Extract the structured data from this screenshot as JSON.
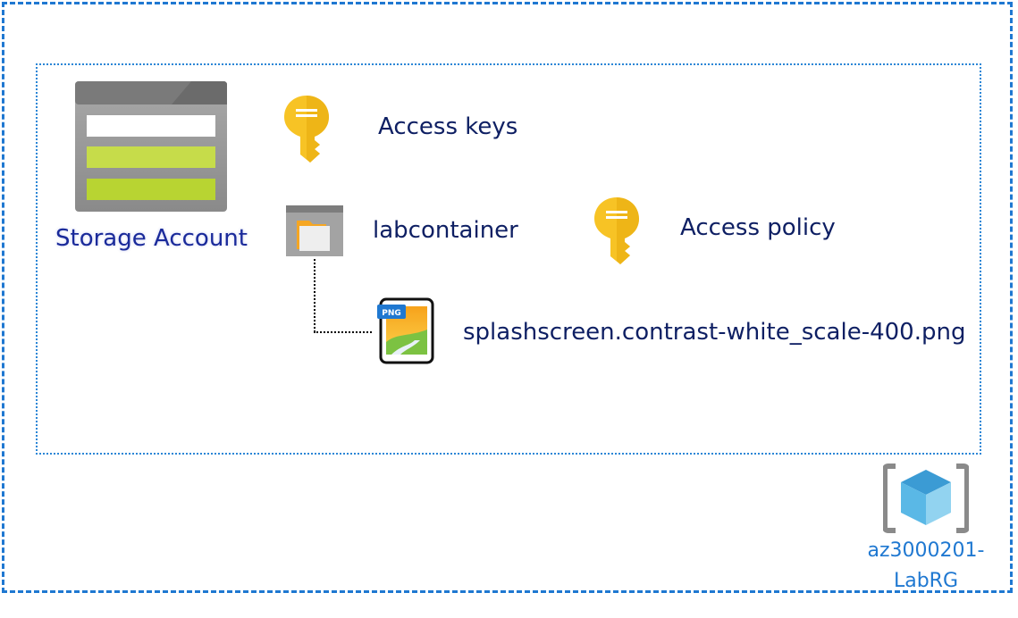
{
  "nodes": {
    "storage_account": {
      "label": "Storage Account",
      "icon": "storage-account-icon"
    },
    "access_keys": {
      "label": "Access keys",
      "icon": "key-icon"
    },
    "container": {
      "label": "labcontainer",
      "icon": "container-folder-icon"
    },
    "access_policy": {
      "label": "Access policy",
      "icon": "key-icon"
    },
    "blob_file": {
      "label": "splashscreen.contrast-white_scale-400.png",
      "icon": "png-file-icon",
      "badge": "PNG"
    },
    "resource_group": {
      "label": "az3000201-LabRG",
      "icon": "resource-group-cube-icon"
    }
  },
  "colors": {
    "outer_border": "#1f78d1",
    "inner_border": "#2a86d6",
    "key_yellow": "#f7c325",
    "storage_green": "#b8d432",
    "label_dark": "#0e1f63",
    "rg_label": "#1f78d1"
  }
}
